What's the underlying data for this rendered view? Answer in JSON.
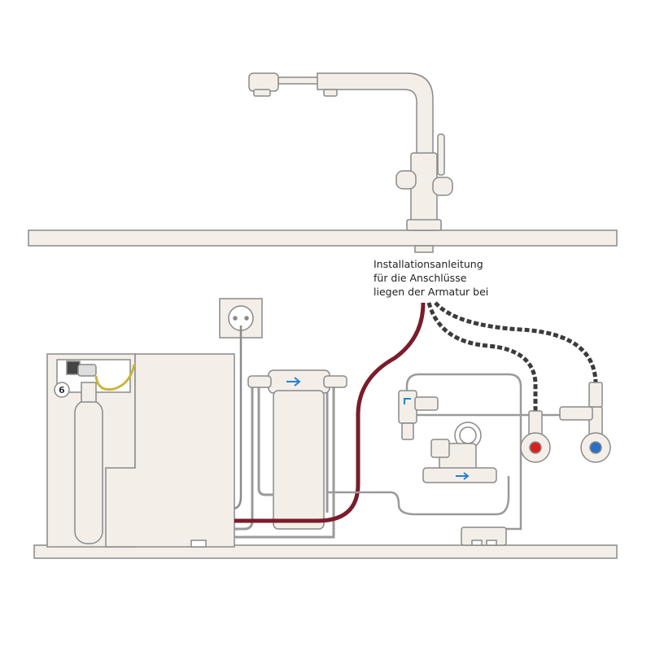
{
  "note": {
    "line1": "Installationsanleitung",
    "line2": "für die Anschlüsse",
    "line3": "liegen der Armatur bei"
  },
  "co2_badge": "6",
  "colors": {
    "outline": "#8a8a8a",
    "fill": "#f3efe8",
    "hot_hose": "#7a1c2c",
    "braided_hose": "#3c3c3c",
    "gas_line": "#c8b53a",
    "hot_marker": "#d82020",
    "cold_marker": "#2a6fc9",
    "flow_arrow": "#2a7fd0"
  },
  "icons": [
    "faucet-icon",
    "wall-socket-icon",
    "co2-bottle-icon",
    "filter-icon",
    "pressure-reducer-icon",
    "angle-valve-icon",
    "leak-sensor-icon"
  ]
}
